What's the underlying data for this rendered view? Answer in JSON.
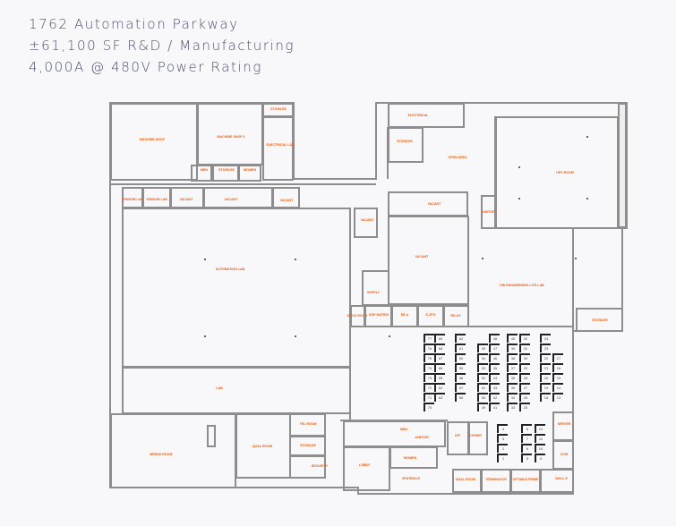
{
  "header": {
    "line1": "1762 Automation Parkway",
    "line2": "±61,100 SF R&D / Manufacturing",
    "line3": "4,000A @ 480V Power Rating"
  },
  "colors": {
    "room_label": "#f05a0a",
    "wall": "#8d8d8d",
    "header_text": "#4b4f70"
  },
  "rooms": {
    "machine_shop": "MACHINE SHOP",
    "machine_shop_2": "MACHINE SHOP 2",
    "storage_a": "STORAGE",
    "electrical_lab": "ELECTRICAL LAB",
    "restroom_a": "MEN",
    "storage_b": "STORAGE",
    "restroom_b": "WOMEN",
    "vendor_lab_1": "VENDOR LAB",
    "vendor_lab_2": "VENDOR LAB",
    "vacant_a": "VACANT",
    "vacant_b": "VACANT",
    "vacant_c": "VACANT",
    "automation_lab": "AUTOMATION LAB",
    "lab": "LAB",
    "break_room": "BREAK ROOM",
    "qual_room": "QUAL ROOM",
    "tel_room": "TEL ROOM",
    "storage_c": "STORAGE",
    "security": "SECURITY",
    "electrical": "ELECTRICAL",
    "storage_d": "STORAGE",
    "open_area": "OPEN AREA",
    "ups_room": "UPS ROOM",
    "janitor_a": "JANITOR",
    "vacant_d": "VACANT",
    "vacant_e": "VACANT",
    "vacant_f": "VACANT",
    "supply": "SUPPLY",
    "dock_room": "DOCK ROOM",
    "sop_matrix": "SOP MATRIX",
    "ee_a": "EE-A",
    "e_zpo": "E-ZPO",
    "rd_xx": "RD-XX",
    "hw_lab": "HW ENGINEERING LITE-LAB",
    "storage_e": "STORAGE",
    "men": "MEN",
    "janitor_b": "JANITOR",
    "women": "WOMEN",
    "lobby": "LOBBY",
    "vestibule": "VESTIBULE",
    "idf": "IDF",
    "copy": "COPIER",
    "dual_room": "DUAL ROOM",
    "terminator": "TERMINATOR",
    "optimus_prime": "OPTIMUS PRIME",
    "wall_e": "WALL-E",
    "server": "SERVER",
    "gym": "GYM"
  },
  "cubicles": {
    "col1": [
      "77",
      "76",
      "75",
      "74",
      "73",
      "72",
      "71",
      "70"
    ],
    "col2": [
      "69",
      "68",
      "67",
      "66",
      "65",
      "64",
      "63"
    ],
    "col3": [
      "62",
      "61",
      "60",
      "59",
      "58",
      "57",
      "56"
    ],
    "col4": [
      "55",
      "54",
      "53",
      "52",
      "51",
      "50",
      "49"
    ],
    "col5": [
      "48",
      "47",
      "46",
      "45",
      "44",
      "43",
      "42",
      "41"
    ],
    "col6": [
      "40",
      "39",
      "38",
      "37",
      "36",
      "35",
      "34",
      "33"
    ],
    "col7": [
      "32",
      "31",
      "30",
      "29",
      "28",
      "27",
      "26",
      "25"
    ],
    "col8": [
      "24",
      "23",
      "22",
      "21",
      "20",
      "19",
      "18"
    ],
    "col9": [
      "17",
      "16",
      "15",
      "14",
      "13"
    ],
    "lower1": [
      "4",
      "3",
      "2",
      "1"
    ],
    "lower2": [
      "8",
      "7",
      "6",
      "5"
    ],
    "lower3": [
      "12",
      "11",
      "10",
      "9"
    ]
  }
}
